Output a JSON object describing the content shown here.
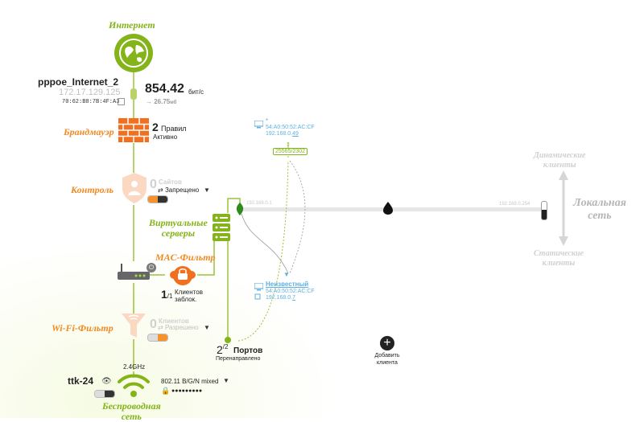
{
  "internet": {
    "label": "Интернет",
    "connection_name": "pppoe_Internet_2",
    "ip": "172.17.129.125",
    "mac": "70:62:B8:7B:4F:A3",
    "speed_value": "854.42",
    "speed_unit": "бит/с",
    "total_value": "→ 26.75",
    "total_unit": "мб"
  },
  "firewall": {
    "label": "Брандмауэр",
    "count": "2",
    "rules_label": "Правил",
    "status": "Активно"
  },
  "control": {
    "label": "Контроль",
    "count": "0",
    "sites_label": "Сайтов",
    "policy": "Запрещено"
  },
  "virtual_servers": {
    "label_line1": "Виртуальные",
    "label_line2": "серверы"
  },
  "mac_filter": {
    "label": "MAC-Фильтр",
    "count": "1",
    "total": "/1",
    "clients_label": "Клиентов",
    "blocked_label": "заблок."
  },
  "wifi_filter": {
    "label": "Wi-Fi-Фильтр",
    "count": "0",
    "clients_label": "Клиентов",
    "policy": "Разрешено"
  },
  "ports": {
    "count": "2",
    "total": "/2",
    "label": "Портов",
    "status": "Перенаправлено"
  },
  "lan": {
    "range_start": "192.168.0.1",
    "range_end": "192.168.0.254",
    "label_line1": "Локальная",
    "label_line2": "сеть",
    "dynamic_line1": "Динамические",
    "dynamic_line2": "клиенты",
    "static_line1": "Статические",
    "static_line2": "клиенты"
  },
  "client_top": {
    "name": "*",
    "mac": "54:A0:50:52:AC:CF",
    "ip_prefix": "192.168.0.",
    "ip_last": "49"
  },
  "port_forward_label": "25565/2302",
  "client_bottom": {
    "name": "Неизвестный",
    "mac": "54:A0:50:52:AC:CF",
    "ip_prefix": "192.168.0.",
    "ip_last": "7"
  },
  "add_client": {
    "icon": "+",
    "line1": "Добавить",
    "line2": "клиента"
  },
  "wireless": {
    "band": "2.4GHz",
    "ssid": "ttk-24",
    "mode": "802.11 B/G/N mixed",
    "password_mask": "●●●●●●●●●",
    "label_line1": "Беспроводная",
    "label_line2": "сеть"
  },
  "colors": {
    "green": "#84b31a",
    "orange": "#f08a24",
    "grey": "#c8c8c8",
    "blue": "#5fb0e0"
  }
}
